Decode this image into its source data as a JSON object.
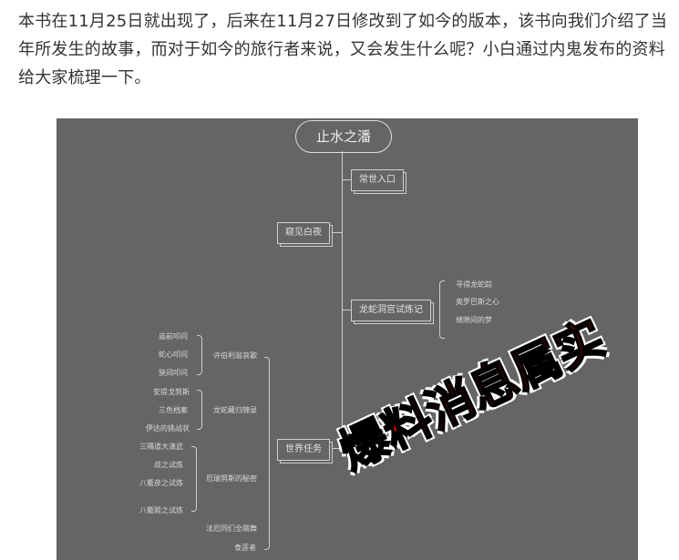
{
  "article": {
    "paragraph": "本书在11月25日就出现了，后来在11月27日修改到了如今的版本，该书向我们介绍了当年所发生的故事，而对于如今的旅行者来说，又会发生什么呢？小白通过内鬼发布的资料给大家梳理一下。"
  },
  "mindmap": {
    "root": "止水之潘",
    "nodes": {
      "entrance": "常世入口",
      "white_night": "窥见白夜",
      "dragon_trial": "龙蛇洞宫试炼记",
      "world_quest": "世界任务"
    },
    "dragon_children": [
      "寻得龙蛇踪",
      "奥罗巴斯之心",
      "缝隙间的梦"
    ],
    "groups": [
      {
        "label": "许伯利翁哀歌",
        "items": [
          "庙前叩问",
          "蛇心叩问",
          "狭间叩问"
        ]
      },
      {
        "label": "龙蛇藏归锦录",
        "items": [
          "安提戈努斯",
          "三色档案",
          "伊达的挑战状"
        ]
      },
      {
        "label": "厄瑞努斯的秘密",
        "items": [
          "三隅道大演武",
          "歧之试炼",
          "八衢彦之试炼",
          "八衢姬之试炼"
        ]
      }
    ],
    "extra": [
      "法厄同们全跳舞",
      "食莲者"
    ]
  },
  "watermark": "爆料消息属实"
}
